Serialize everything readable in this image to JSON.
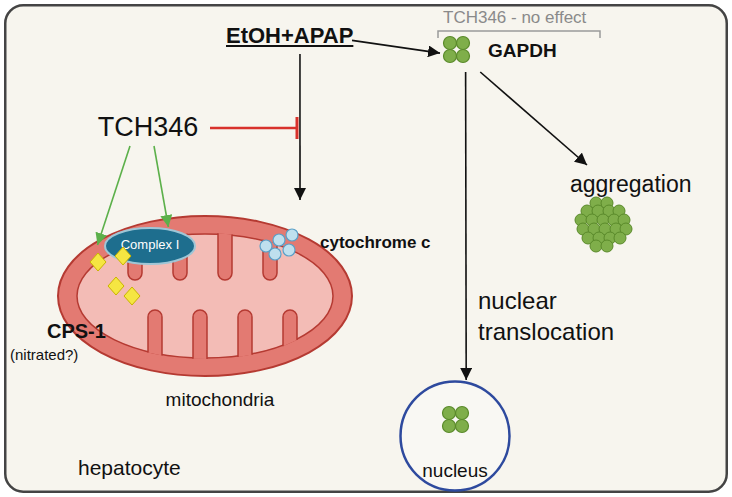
{
  "diagram": {
    "nodes": [
      {
        "text": [
          "hepatocyte"
        ]
      },
      {
        "text": [
          "EtOH+APAP"
        ],
        "in": 0
      },
      {
        "text": [
          "GAPDH"
        ],
        "in": 0
      },
      {
        "text": [
          "TCH346"
        ],
        "in": 0
      },
      {
        "text": [
          "mitochondria"
        ],
        "in": 0
      },
      {
        "text": [
          "Complex I"
        ],
        "in": 4
      },
      {
        "text": [
          "CPS-1",
          "(nitrated?)"
        ],
        "in": 0
      },
      {
        "text": [
          "cytochrome c"
        ],
        "in": 0
      },
      {
        "text": [
          "aggregation"
        ],
        "in": 0
      },
      {
        "text": [
          "nucleus"
        ],
        "in": 0
      }
    ],
    "edges": [
      {
        "from": 1,
        "to": 2,
        "arrow": "to"
      },
      {
        "from": 1,
        "to": 7,
        "arrow": "to"
      },
      {
        "from": 3,
        "to": 6,
        "arrow": "to"
      },
      {
        "from": 3,
        "to": 5,
        "arrow": "to"
      },
      {
        "from": 2,
        "to": 8,
        "arrow": "to"
      },
      {
        "from": 2,
        "to": 9,
        "arrow": "to",
        "label": "nuclear translocation"
      }
    ],
    "labels": [
      "TCH346 - no effect"
    ]
  }
}
